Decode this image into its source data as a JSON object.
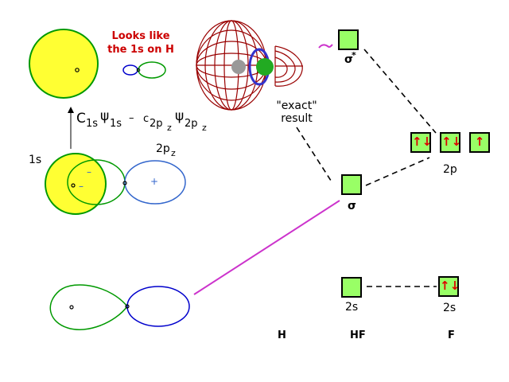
{
  "note": {
    "line1": "Looks like",
    "line2": "the 1s on H"
  },
  "combination": {
    "c1": "C",
    "sub1": "1s",
    "psi1": "ψ",
    "psisub1": "1s",
    "minus": "–",
    "c2": "c",
    "sub2": "2p",
    "sub2z": "z",
    "psi2": "ψ",
    "psisub2": "2p",
    "psisub2z": "z"
  },
  "orbital_labels": {
    "s": "1s",
    "p": "2p",
    "p_sub": "z",
    "minus_sign": "–",
    "plus_sign": "+"
  },
  "exact": {
    "line1": "\"exact\"",
    "line2": "result"
  },
  "mo_labels": {
    "sigma_star": "σ",
    "star": "*",
    "sigma": "σ",
    "level_2p": "2p",
    "hf_2s": "2s",
    "f_2s": "2s"
  },
  "columns": {
    "h": "H",
    "hf": "HF",
    "f": "F"
  },
  "electrons": {
    "paired": "↑↓",
    "single": "↑"
  },
  "colors": {
    "box_fill": "#99ff66",
    "yellow": "#ffff33",
    "green": "#009900",
    "blue": "#3366cc",
    "magenta": "#cc33cc",
    "dark_red": "#990000"
  }
}
